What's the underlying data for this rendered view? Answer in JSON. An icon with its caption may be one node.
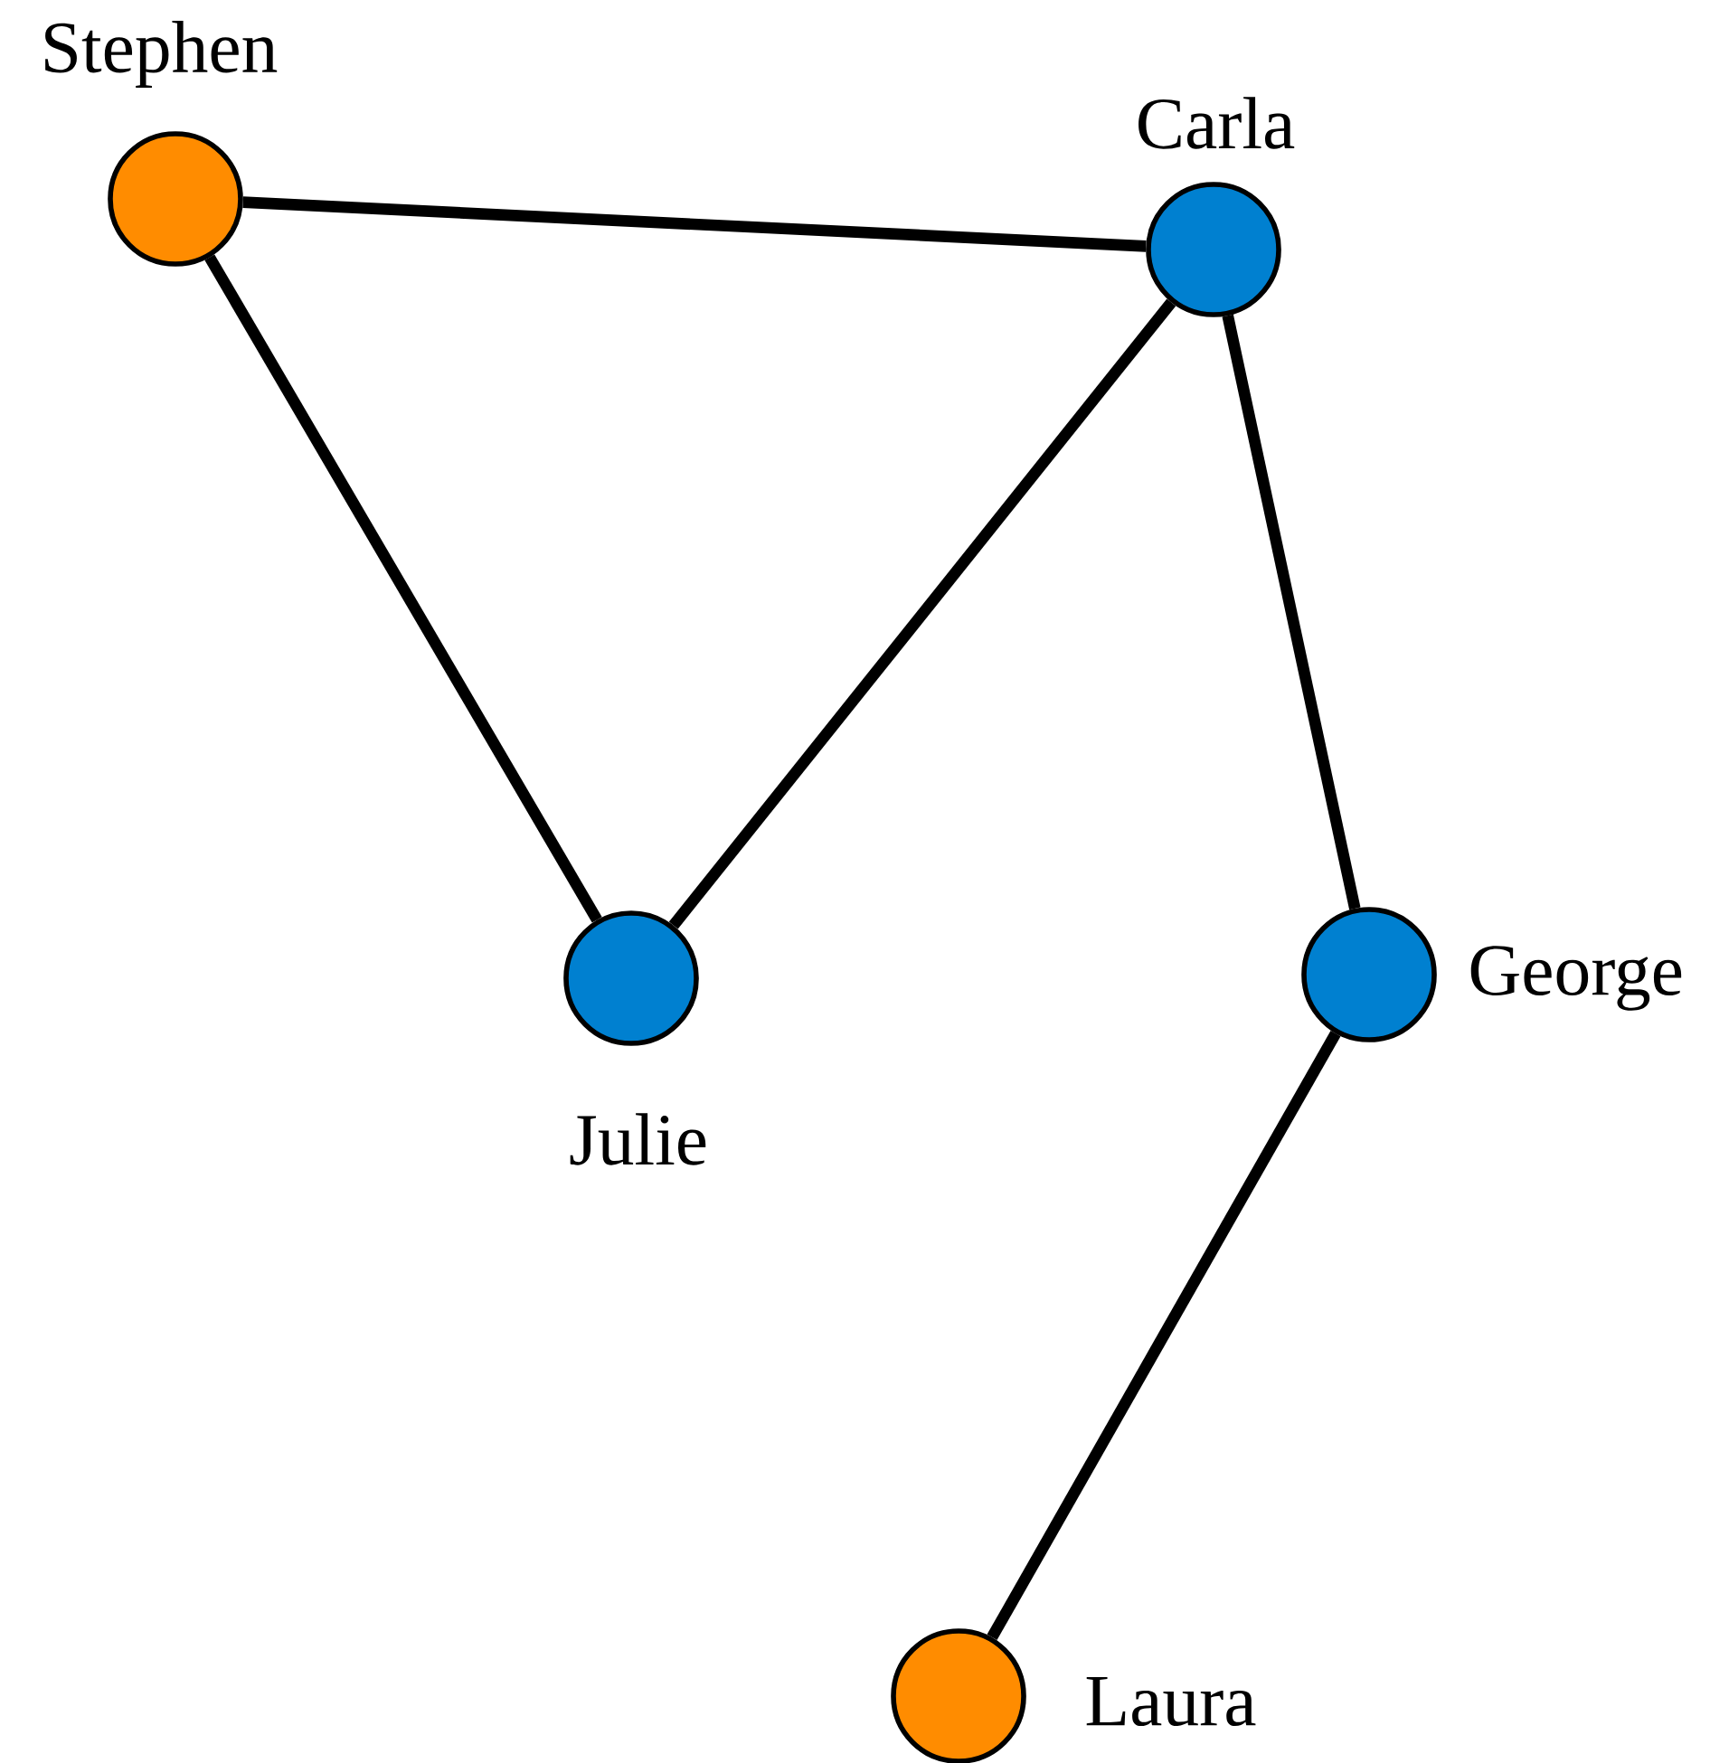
{
  "diagram": {
    "nodes": [
      {
        "text": [],
        "shape": "circle",
        "beside": [
          "Stephen"
        ]
      },
      {
        "text": [],
        "shape": "circle",
        "beside": [
          "Carla"
        ]
      },
      {
        "text": [],
        "shape": "circle",
        "beside": [
          "Julie"
        ]
      },
      {
        "text": [],
        "shape": "circle",
        "beside": [
          "George"
        ]
      },
      {
        "text": [],
        "shape": "circle",
        "beside": [
          "Laura"
        ]
      }
    ],
    "edges": [
      {
        "from": 0,
        "to": 1,
        "arrow": "none"
      },
      {
        "from": 0,
        "to": 2,
        "arrow": "none"
      },
      {
        "from": 2,
        "to": 1,
        "arrow": "none"
      },
      {
        "from": 1,
        "to": 3,
        "arrow": "none"
      },
      {
        "from": 3,
        "to": 4,
        "arrow": "none"
      }
    ]
  }
}
